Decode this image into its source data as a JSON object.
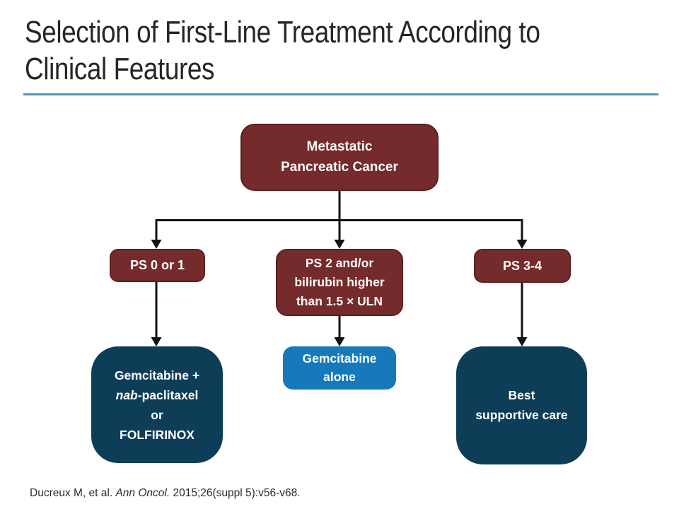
{
  "slide": {
    "title_line1": "Selection of First-Line Treatment According to",
    "title_line2": "Clinical Features"
  },
  "colors": {
    "maroon_box": "#752b2b",
    "maroon_border": "#5c2020",
    "navy_box": "#0e3d58",
    "blue_box": "#1579ba",
    "teal_rule": "#4e95a8",
    "connector": "#121212",
    "title_text": "#262626",
    "box_text": "#ffffff"
  },
  "boxes": {
    "root_line1": "Metastatic",
    "root_line2": "Pancreatic Cancer",
    "ps01": "PS 0 or 1",
    "ps2_line1": "PS 2 and/or",
    "ps2_line2": "bilirubin higher",
    "ps2_line3": "than 1.5 × ULN",
    "ps34": "PS 3-4",
    "treat1_line1": "Gemcitabine +",
    "treat1_line2_italic": "nab",
    "treat1_line2_rest": "-paclitaxel",
    "treat1_line3": "or",
    "treat1_line4": "FOLFIRINOX",
    "treat2_line1": "Gemcitabine",
    "treat2_line2": "alone",
    "treat3_line1": "Best",
    "treat3_line2": "supportive care"
  },
  "citation": {
    "prefix": "Ducreux M, et al. ",
    "journal_italic": "Ann Oncol.",
    "suffix": " 2015;26(suppl 5):v56-v68."
  }
}
